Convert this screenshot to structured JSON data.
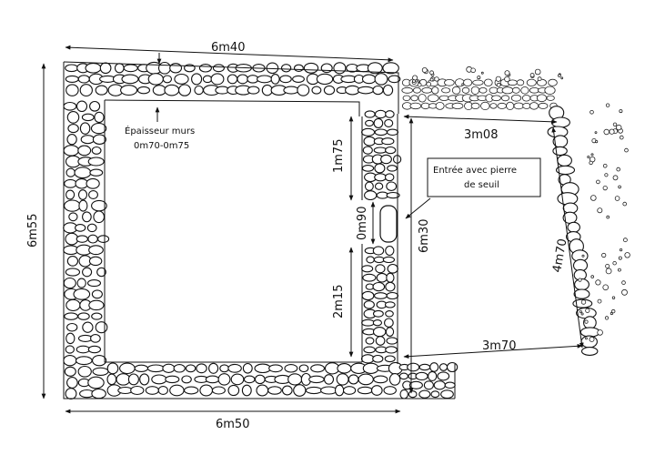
{
  "dimensions": {
    "top_width": "6m40",
    "bottom_width": "6m50",
    "left_height": "6m55",
    "upper_opening": "1m75",
    "door_gap": "0m90",
    "lower_opening": "2m15",
    "annex_top": "3m08",
    "annex_bottom": "3m70",
    "annex_height": "6m30",
    "annex_slope": "4m70"
  },
  "notes": {
    "walls_title": "Épaisseur murs",
    "walls_value": "0m70-0m75",
    "entrance_line1": "Entrée avec pierre",
    "entrance_line2": "de seuil"
  },
  "colors": {
    "ink": "#111111",
    "paper": "#ffffff"
  }
}
